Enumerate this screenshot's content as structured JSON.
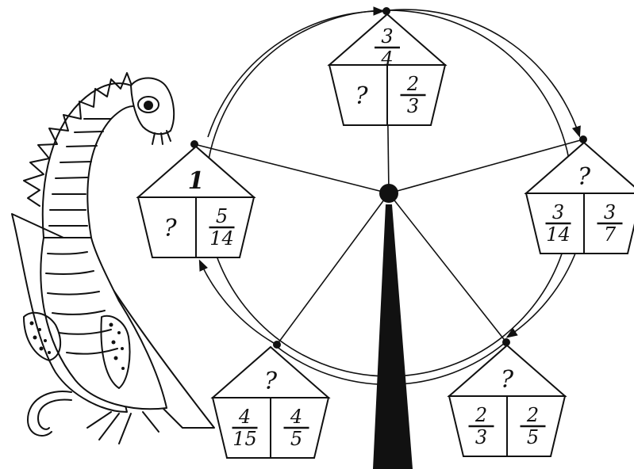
{
  "cabins": [
    {
      "top": "3/4",
      "left": "?",
      "right": "2/3"
    },
    {
      "top": "?",
      "left": "3/14",
      "right": "3/7"
    },
    {
      "top": "?",
      "left": "2/3",
      "right": "2/5"
    },
    {
      "top": "?",
      "left": "4/15",
      "right": "4/5"
    },
    {
      "top": "1",
      "left": "?",
      "right": "5/14"
    }
  ],
  "colors": {
    "ink": "#111111",
    "background": "#ffffff",
    "tower": "#111111"
  },
  "illustration": {
    "creature": "dragon",
    "structure": "ferris-wheel"
  }
}
